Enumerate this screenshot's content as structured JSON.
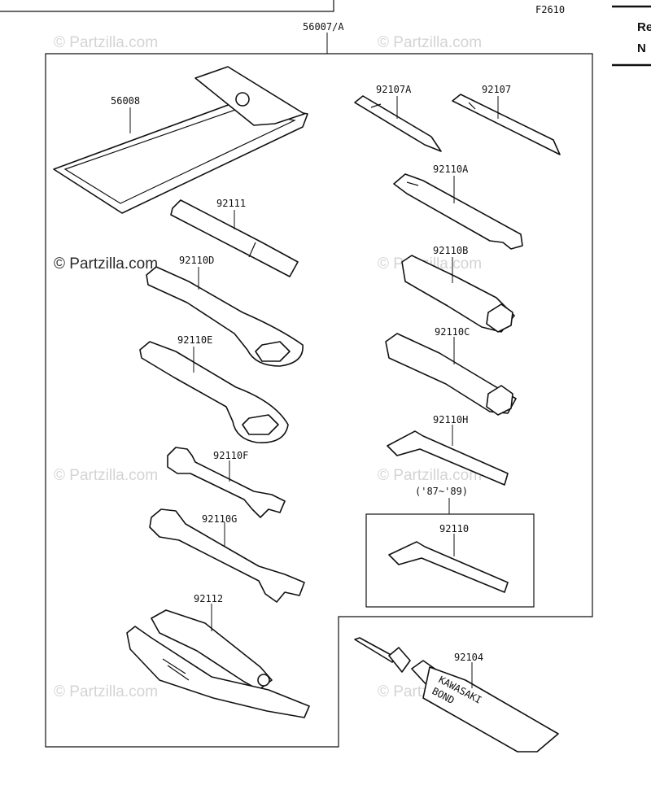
{
  "diagram": {
    "ref_code": "F2610",
    "assembly_label": "56007/A",
    "year_range_label": "('87~'89)",
    "watermark_copyright": "© Partzilla.com",
    "watermark_text": "© Partzilla.com",
    "side_panel": {
      "line1": "Re",
      "line2": "N"
    },
    "tube_text_line1": "KAWASAKI",
    "tube_text_line2": "BOND",
    "parts": [
      {
        "id": "56008",
        "label": "56008",
        "icon": "tool-pouch-icon"
      },
      {
        "id": "92107A",
        "label": "92107A",
        "icon": "screwdriver-bit-icon"
      },
      {
        "id": "92107",
        "label": "92107",
        "icon": "screwdriver-bit-icon"
      },
      {
        "id": "92110A",
        "label": "92110A",
        "icon": "spanner-bar-icon"
      },
      {
        "id": "92111",
        "label": "92111",
        "icon": "extension-bar-icon"
      },
      {
        "id": "92110D",
        "label": "92110D",
        "icon": "box-wrench-icon"
      },
      {
        "id": "92110B",
        "label": "92110B",
        "icon": "socket-wrench-icon"
      },
      {
        "id": "92110E",
        "label": "92110E",
        "icon": "box-wrench-icon"
      },
      {
        "id": "92110C",
        "label": "92110C",
        "icon": "socket-wrench-icon"
      },
      {
        "id": "92110H",
        "label": "92110H",
        "icon": "hex-key-icon"
      },
      {
        "id": "92110F",
        "label": "92110F",
        "icon": "open-end-wrench-icon"
      },
      {
        "id": "92110G",
        "label": "92110G",
        "icon": "open-end-wrench-icon"
      },
      {
        "id": "92110",
        "label": "92110",
        "icon": "hex-key-icon"
      },
      {
        "id": "92112",
        "label": "92112",
        "icon": "pliers-icon"
      },
      {
        "id": "92104",
        "label": "92104",
        "icon": "bond-tube-icon"
      }
    ]
  }
}
